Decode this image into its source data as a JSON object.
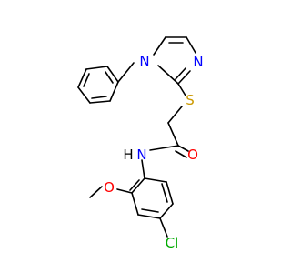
{
  "molecule": {
    "atoms": {
      "n_imidazole_ring": "N",
      "n_imidazole_phenyl": "N",
      "s_thioether": "S",
      "o_carbonyl": "O",
      "n_amide": "N",
      "h_amide": "H",
      "o_methoxy": "O",
      "cl": "Cl"
    },
    "colors": {
      "bond": "#000000",
      "nitrogen": "#0000ff",
      "sulfur": "#cc9900",
      "oxygen": "#ff0000",
      "chlorine": "#00aa00"
    }
  }
}
